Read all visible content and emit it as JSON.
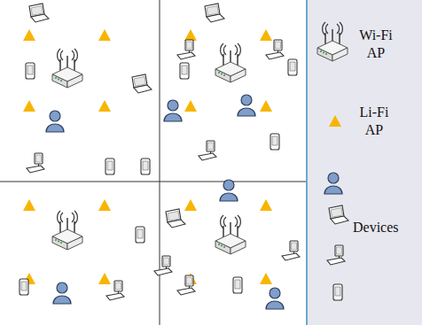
{
  "diagram": {
    "legend": [
      {
        "text": "Wi-Fi AP"
      },
      {
        "text": "Li-Fi AP"
      },
      {
        "text": "Devices"
      }
    ]
  }
}
